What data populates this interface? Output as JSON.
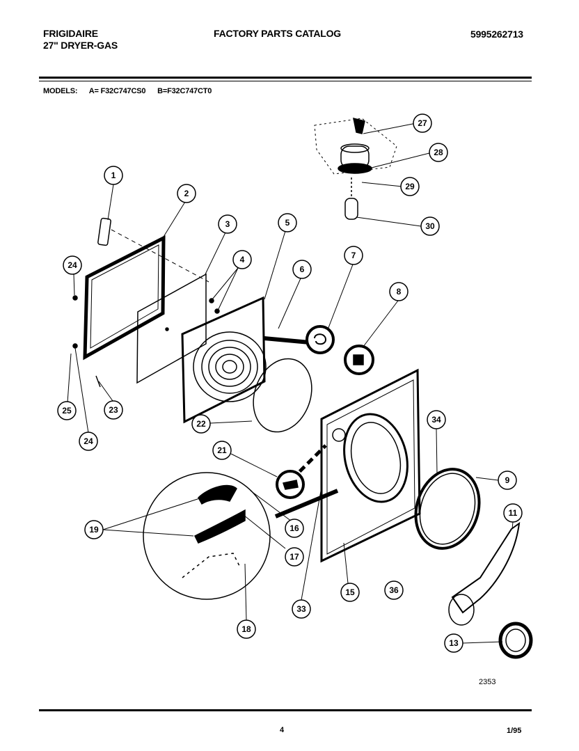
{
  "header": {
    "brand": "FRIGIDAIRE",
    "product": "27\" DRYER-GAS",
    "catalog": "FACTORY PARTS CATALOG",
    "part_number": "5995262713"
  },
  "models": {
    "label": "MODELS:",
    "a": "A= F32C747CS0",
    "b": "B=F32C747CT0"
  },
  "callouts": [
    "1",
    "2",
    "3",
    "4",
    "5",
    "6",
    "7",
    "8",
    "9",
    "11",
    "13",
    "15",
    "16",
    "17",
    "18",
    "19",
    "21",
    "22",
    "23",
    "24",
    "24",
    "25",
    "27",
    "28",
    "29",
    "30",
    "33",
    "34",
    "36"
  ],
  "footer": {
    "figure_number": "2353",
    "page": "4",
    "date": "1/95"
  }
}
